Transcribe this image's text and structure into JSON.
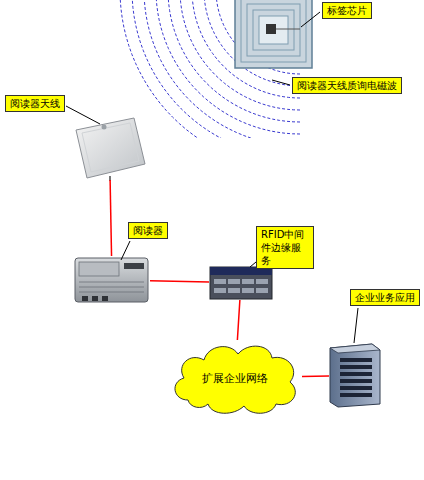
{
  "diagram": {
    "nodes": [
      {
        "text": [
          "标签芯片"
        ]
      },
      {
        "text": [
          "阅读器天线"
        ]
      },
      {
        "text": [
          "阅读器"
        ]
      },
      {
        "text": [
          "RFID中间件边缘服务"
        ]
      },
      {
        "text": [
          "扩展企业网络"
        ]
      },
      {
        "text": [
          "企业业务应用"
        ]
      }
    ],
    "edges": [
      {
        "from": 1,
        "to": 2,
        "arrow": "none"
      },
      {
        "from": 2,
        "to": 3,
        "arrow": "none"
      },
      {
        "from": 3,
        "to": 4,
        "arrow": "none"
      },
      {
        "from": 4,
        "to": 5,
        "arrow": "none"
      }
    ],
    "labels": [
      "阅读器天线质询电磁波"
    ]
  }
}
